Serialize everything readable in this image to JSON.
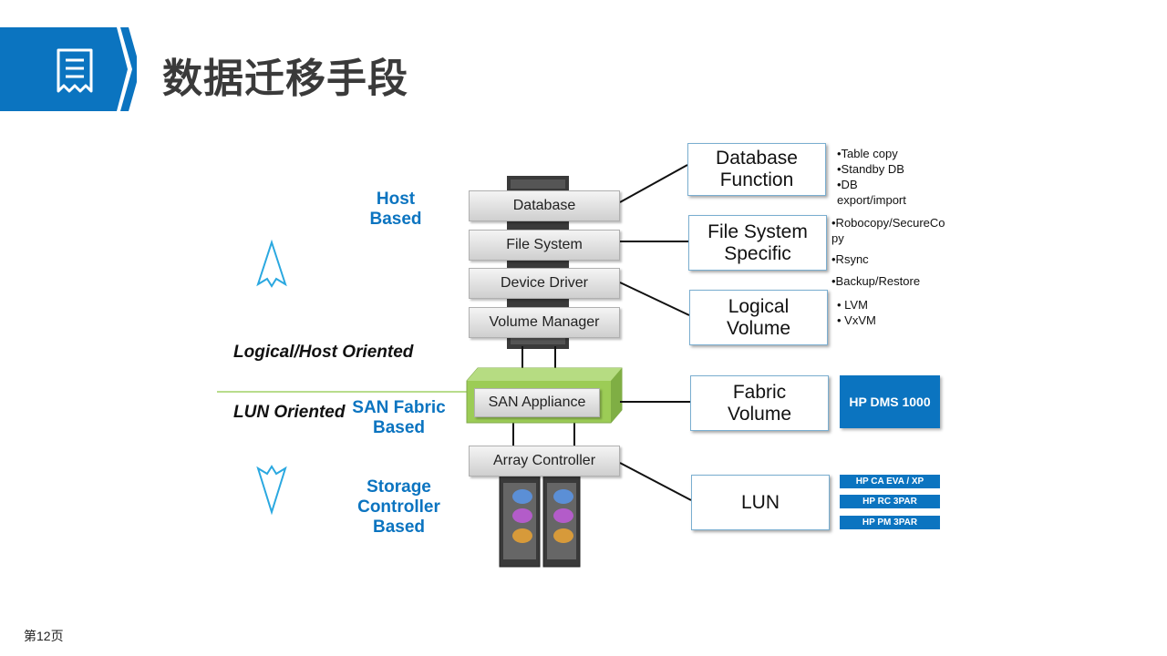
{
  "title": "数据迁移手段",
  "footer": "第12页",
  "levels": {
    "host": [
      "Host",
      "Based"
    ],
    "san": [
      "SAN Fabric",
      "Based"
    ],
    "storage": [
      "Storage",
      "Controller",
      "Based"
    ]
  },
  "orientation": {
    "upper": "Logical/Host Oriented",
    "lower": "LUN Oriented"
  },
  "stack": [
    "Database",
    "File System",
    "Device Driver",
    "Volume Manager"
  ],
  "san_appliance": "SAN  Appliance",
  "array_controller": "Array Controller",
  "right_boxes": {
    "database_function": [
      "Database",
      "Function"
    ],
    "file_system_specific": [
      "File System",
      "Specific"
    ],
    "logical_volume": [
      "Logical",
      "Volume"
    ],
    "fabric_volume": [
      "Fabric",
      "Volume"
    ],
    "lun": "LUN"
  },
  "db_methods": [
    "•Table copy",
    "•Standby DB",
    "•DB",
    "export/import"
  ],
  "fs_methods": [
    "•Robocopy/SecureCo",
    "py",
    "•Rsync",
    "•Backup/Restore"
  ],
  "lv_methods": [
    "• LVM",
    "• VxVM"
  ],
  "fabric_product": "HP  DMS 1000",
  "lun_products": [
    "HP CA  EVA / XP",
    "HP RC  3PAR",
    "HP PM  3PAR"
  ],
  "colors": {
    "accent": "#0b74c0",
    "san_green": "#9ccc56"
  }
}
